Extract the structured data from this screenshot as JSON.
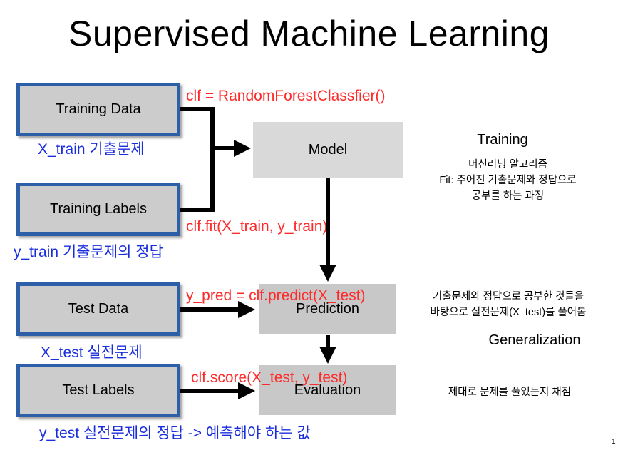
{
  "title": "Supervised Machine Learning",
  "boxes": {
    "training_data": "Training Data",
    "training_labels": "Training Labels",
    "test_data": "Test Data",
    "test_labels": "Test Labels",
    "model": "Model",
    "prediction": "Prediction",
    "evaluation": "Evaluation"
  },
  "code": {
    "clf": "clf = RandomForestClassfier()",
    "fit": "clf.fit(X_train, y_train)",
    "predict": "y_pred = clf.predict(X_test)",
    "score": "clf.score(X_test, y_test)"
  },
  "labels": {
    "x_train": "X_train 기출문제",
    "y_train": "y_train 기출문제의 정답",
    "x_test": "X_test 실전문제",
    "y_test": "y_test 실전문제의 정답 -> 예측해야 하는 값"
  },
  "notes": {
    "training_heading": "Training",
    "training_line1": "머신러닝 알고리즘",
    "training_line2": "Fit: 주어진 기출문제와 정답으로",
    "training_line3": "공부를 하는 과정",
    "prediction_line1": "기출문제와 정답으로 공부한 것들을",
    "prediction_line2": "바탕으로 실전문제(X_test)를 풀어봄",
    "generalization_heading": "Generalization",
    "evaluation_note": "제대로 문제를 풀었는지 채점"
  },
  "page_number": "1",
  "colors": {
    "input_border": "#2d5ea8",
    "input_fill": "#cccccc",
    "code_red": "#ff2a2a",
    "label_blue": "#1a2edc"
  }
}
